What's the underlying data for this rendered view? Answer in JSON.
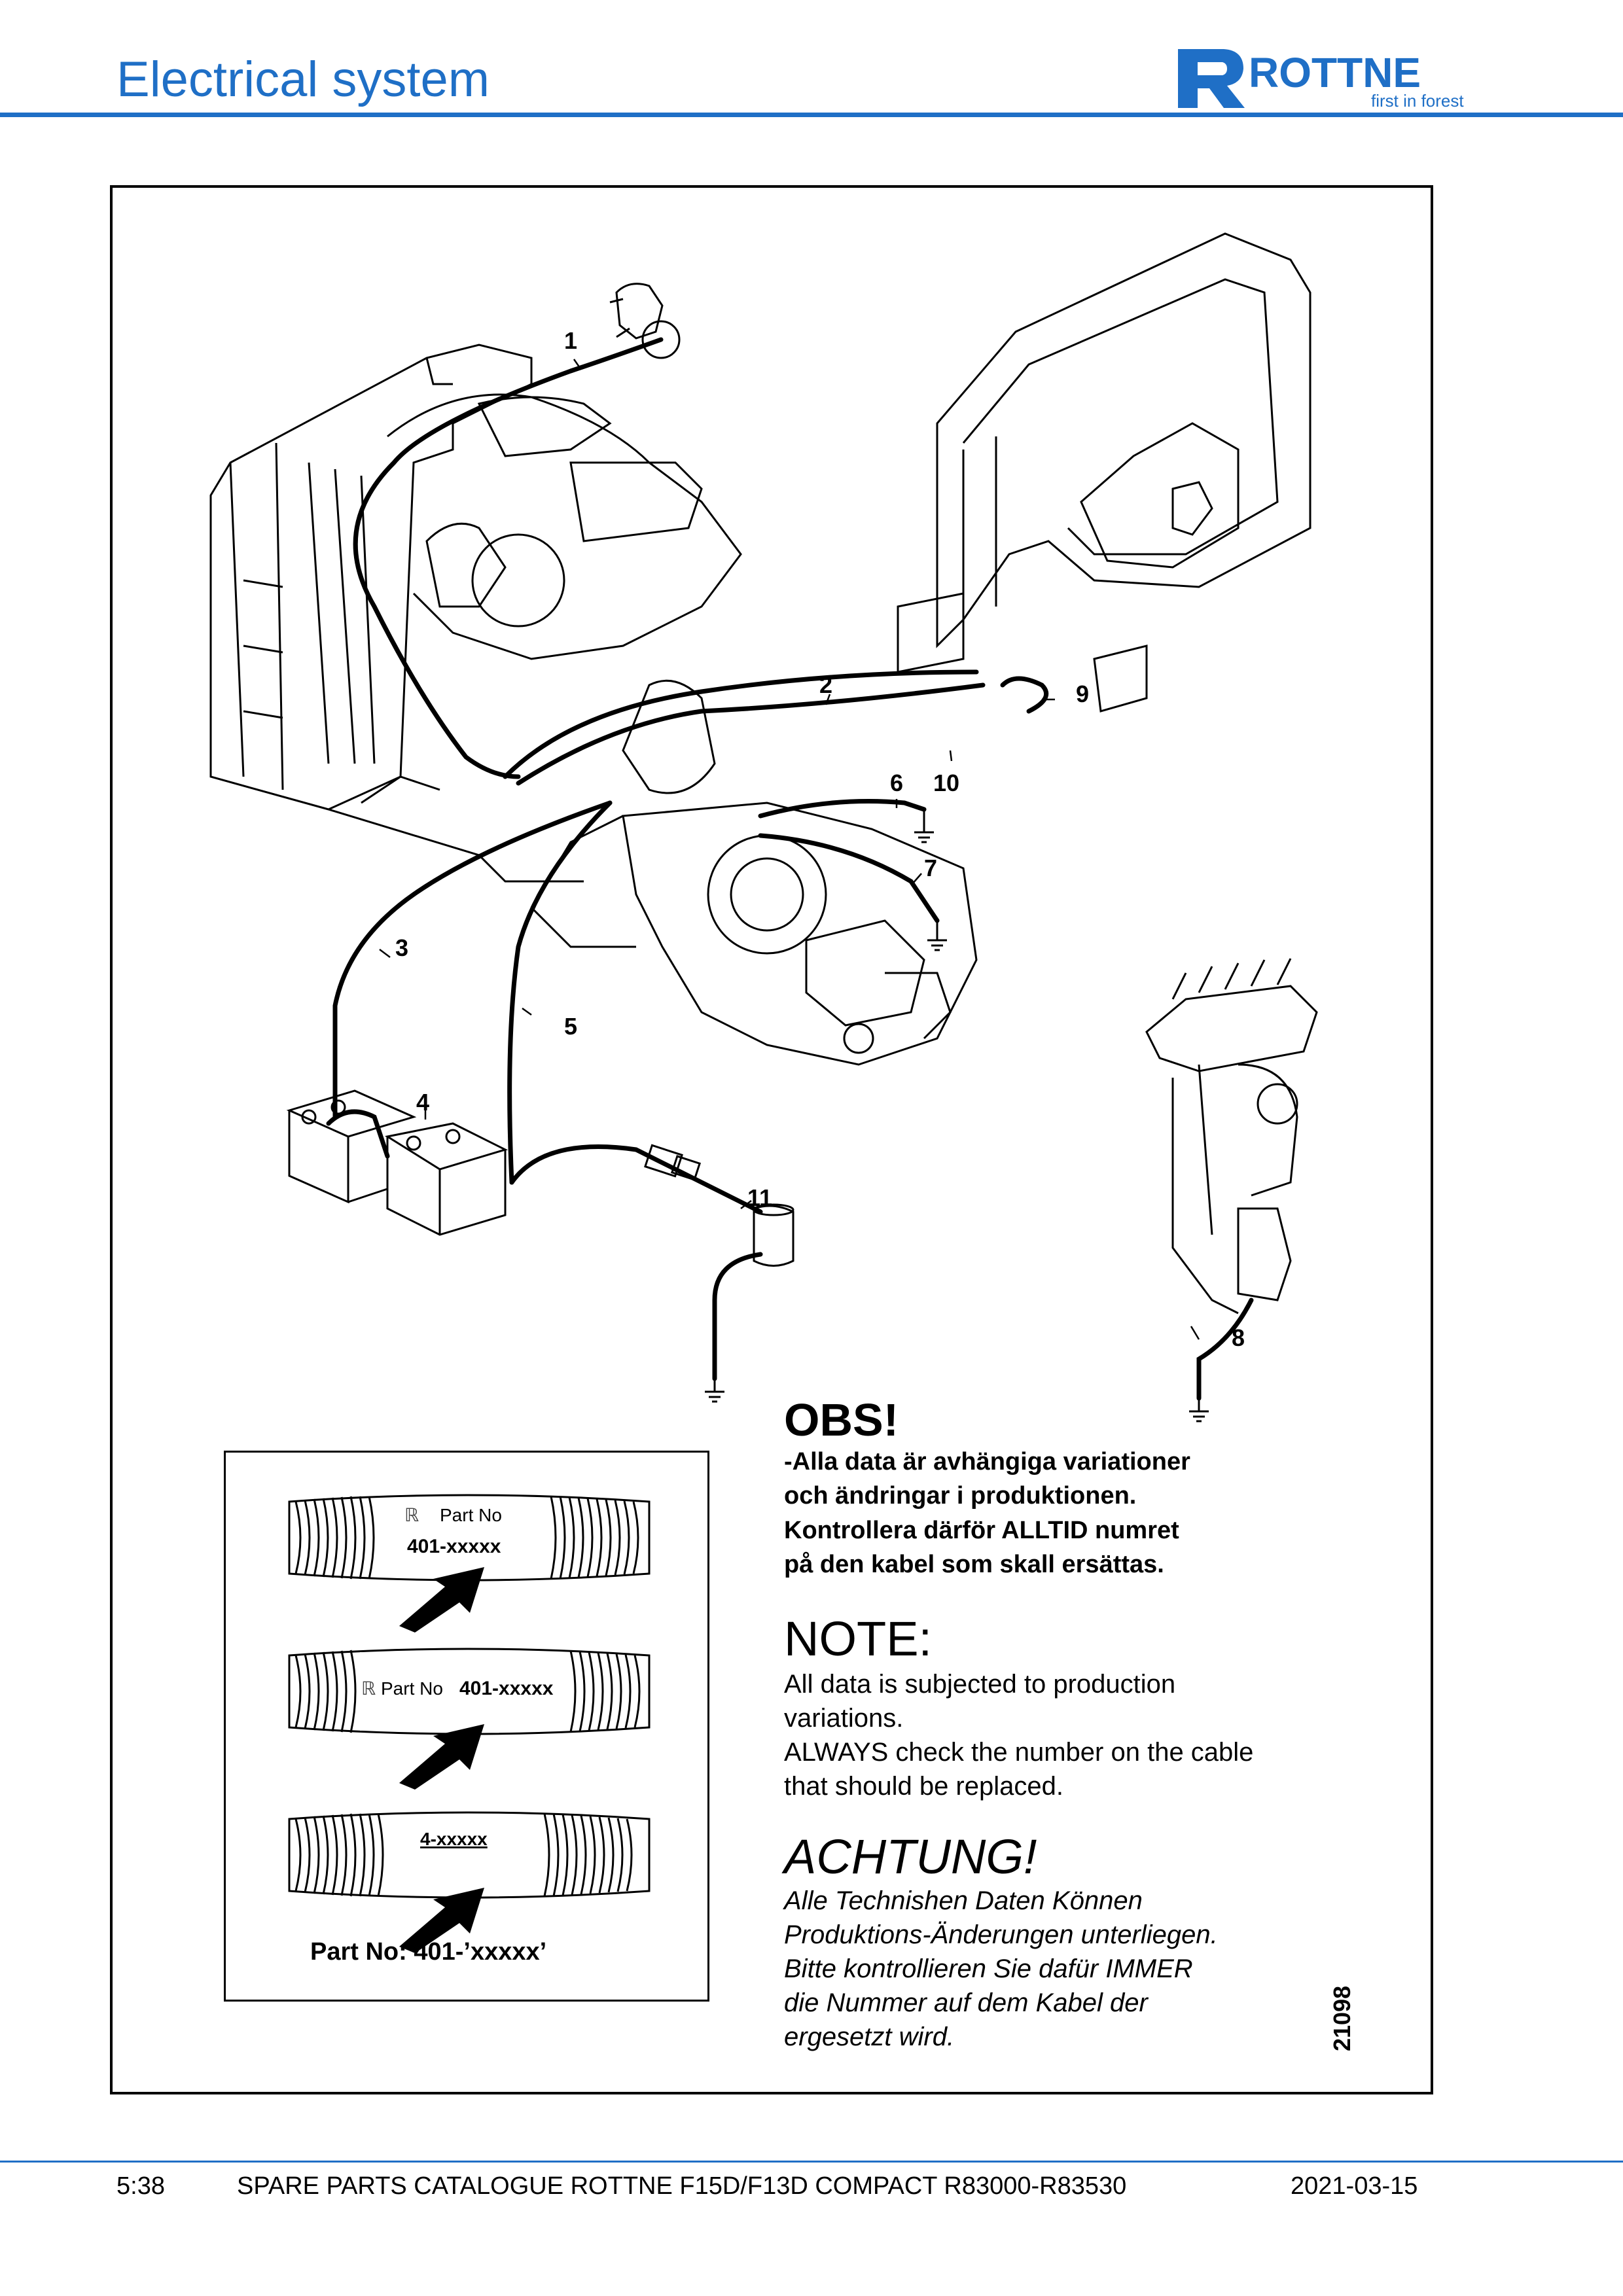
{
  "header": {
    "title": "Electrical system",
    "logo_text": "ROTTNE",
    "logo_tagline": "first in forest"
  },
  "callouts": [
    "1",
    "2",
    "3",
    "4",
    "5",
    "6",
    "7",
    "8",
    "9",
    "10",
    "11"
  ],
  "legend": {
    "label1_part_no": "Part No",
    "label1_number": "401-xxxxx",
    "label2_part_no": "Part No",
    "label2_number": "401-xxxxx",
    "label3_number": "4-xxxxx",
    "caption": "Part No: 401-’xxxxx’"
  },
  "obs": {
    "title": "OBS!",
    "lines": [
      "-Alla data är avhängiga variationer",
      "och ändringar i produktionen.",
      "Kontrollera därför ALLTID numret",
      "på den kabel som skall ersättas."
    ]
  },
  "note": {
    "title": "NOTE:",
    "lines": [
      "All data is subjected to production",
      "variations.",
      "ALWAYS check the number on the cable",
      "that should be replaced."
    ]
  },
  "achtung": {
    "title": "ACHTUNG!",
    "lines": [
      "Alle Technishen Daten Können",
      "Produktions-Änderungen unterliegen.",
      "Bitte kontrollieren Sie dafür IMMER",
      "die Nummer auf dem Kabel der",
      "ergesetzt wird."
    ]
  },
  "figure_number": "21098",
  "footer": {
    "page": "5:38",
    "catalogue": "SPARE PARTS CATALOGUE ROTTNE F15D/F13D COMPACT R83000-R83530",
    "date": "2021-03-15"
  },
  "colors": {
    "brand_blue": "#1f6fc6"
  }
}
